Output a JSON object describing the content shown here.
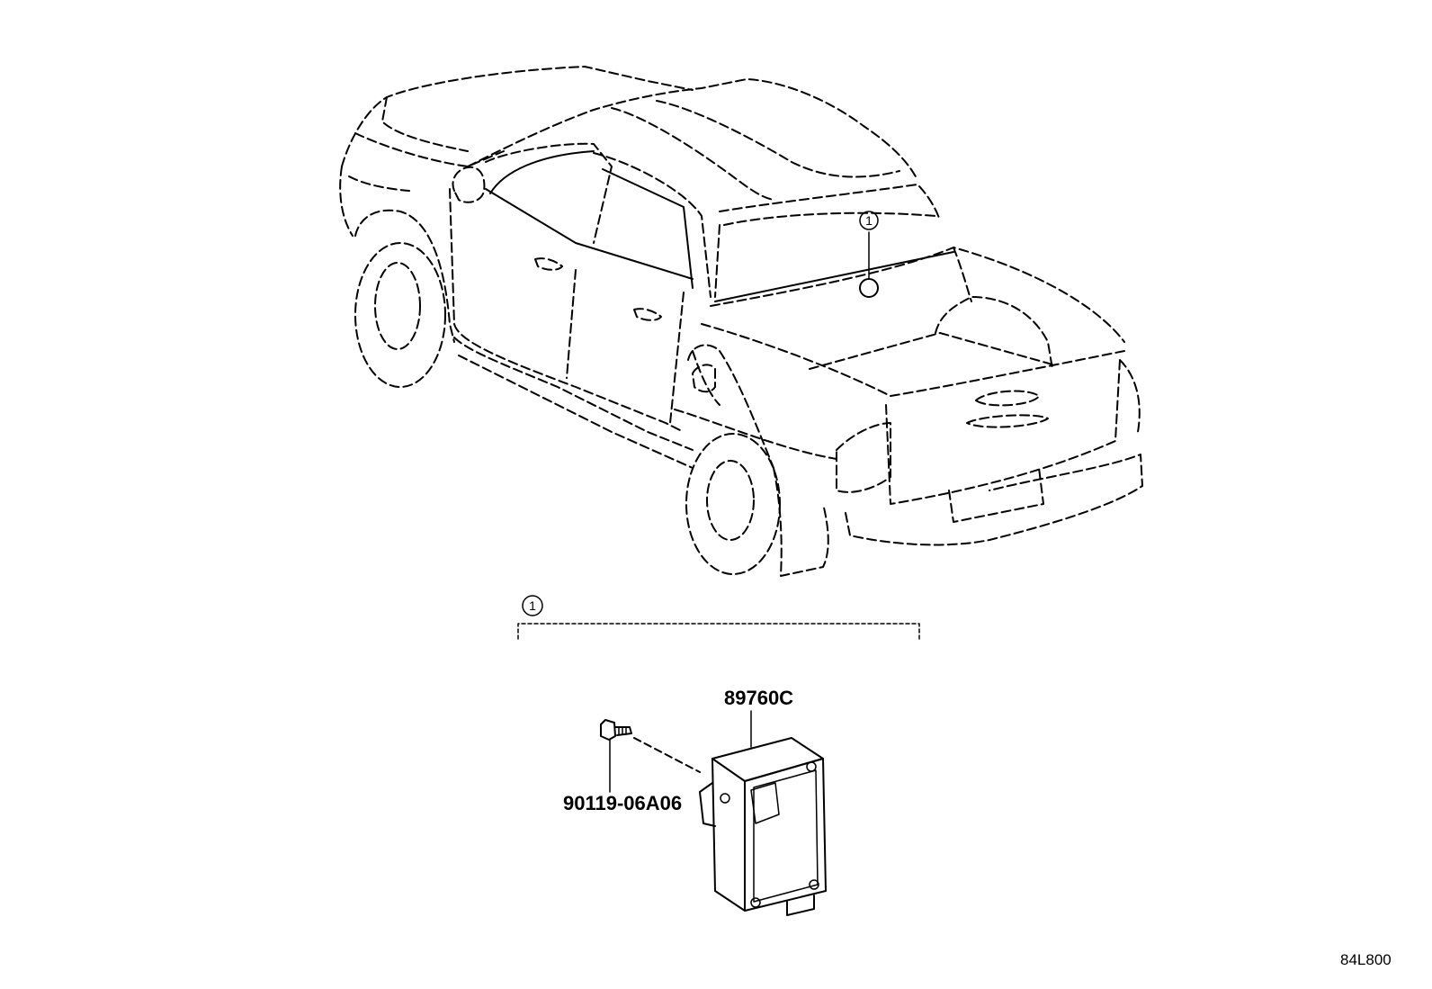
{
  "diagram": {
    "callout_number": "1",
    "group_number": "1",
    "parts": {
      "module_part_no": "89760C",
      "bolt_part_no": "90119-06A06"
    },
    "illustration_ref": "84L800"
  }
}
